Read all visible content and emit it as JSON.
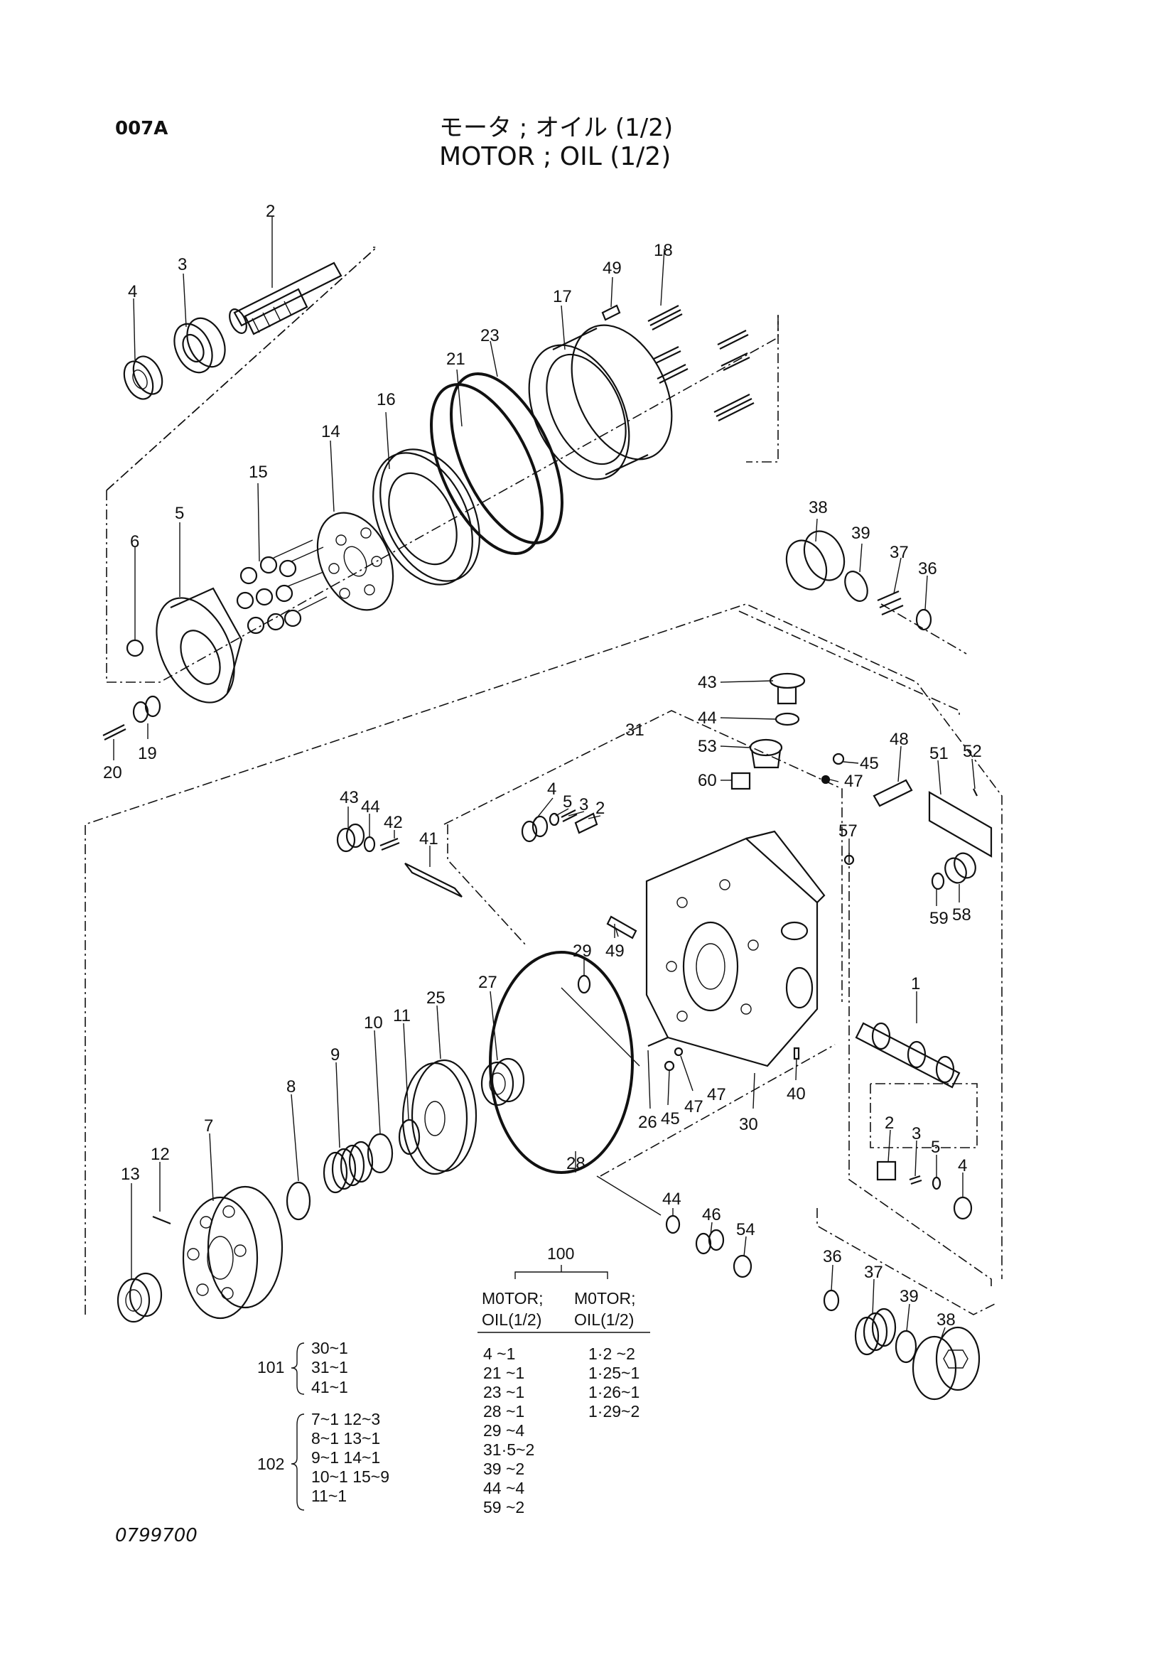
{
  "header": {
    "page_code": "007A",
    "title_jp": "モータ ; オイル (1/2)",
    "title_en": "MOTOR ; OIL (1/2)"
  },
  "footer": {
    "drawing_number": "0799700"
  },
  "callouts": {
    "c2": "2",
    "c3": "3",
    "c4": "4",
    "c5": "5",
    "c6": "6",
    "c14": "14",
    "c15": "15",
    "c16": "16",
    "c17": "17",
    "c18": "18",
    "c19": "19",
    "c20": "20",
    "c21": "21",
    "c23": "23",
    "c49": "49",
    "c38": "38",
    "c39": "39",
    "c37": "37",
    "c36": "36",
    "c43": "43",
    "c44": "44",
    "c53": "53",
    "c60": "60",
    "c31": "31",
    "c45": "45",
    "c47": "47",
    "c48": "48",
    "c51": "51",
    "c52": "52",
    "v4": "4",
    "v5": "5",
    "v3": "3",
    "v2": "2",
    "s43": "43",
    "s44": "44",
    "s42": "42",
    "s41": "41",
    "c57": "57",
    "c59": "59",
    "c58": "58",
    "c29": "29",
    "s49": "49",
    "c1": "1",
    "c27": "27",
    "c25": "25",
    "c11": "11",
    "c10": "10",
    "c9": "9",
    "c8": "8",
    "c7": "7",
    "c12": "12",
    "c13": "13",
    "c28": "28",
    "c26": "26",
    "b45": "45",
    "b47": "47",
    "c47b": "47",
    "c30": "30",
    "c40": "40",
    "r2": "2",
    "r3": "3",
    "r5": "5",
    "r4": "4",
    "b44": "44",
    "c46": "46",
    "c54": "54",
    "b36": "36",
    "b37": "37",
    "b39": "39",
    "b38": "38"
  },
  "kit_100": {
    "number": "100",
    "columns": [
      {
        "header": [
          "M0TOR;",
          "OIL(1/2)"
        ],
        "rows": [
          "4   ~1",
          "21   ~1",
          "23   ~1",
          "28   ~1",
          "29   ~4",
          "31·5~2",
          "39   ~2",
          "44   ~4",
          "59   ~2"
        ]
      },
      {
        "header": [
          "M0TOR;",
          "OIL(1/2)"
        ],
        "rows": [
          "1·2  ~2",
          "1·25~1",
          "1·26~1",
          "1·29~2"
        ]
      }
    ]
  },
  "kit_101": {
    "number": "101",
    "rows": [
      "30~1",
      "31~1",
      "41~1"
    ]
  },
  "kit_102": {
    "number": "102",
    "rows": [
      "7~1   12~3",
      "8~1   13~1",
      "9~1   14~1",
      "10~1   15~9",
      "11~1"
    ]
  }
}
